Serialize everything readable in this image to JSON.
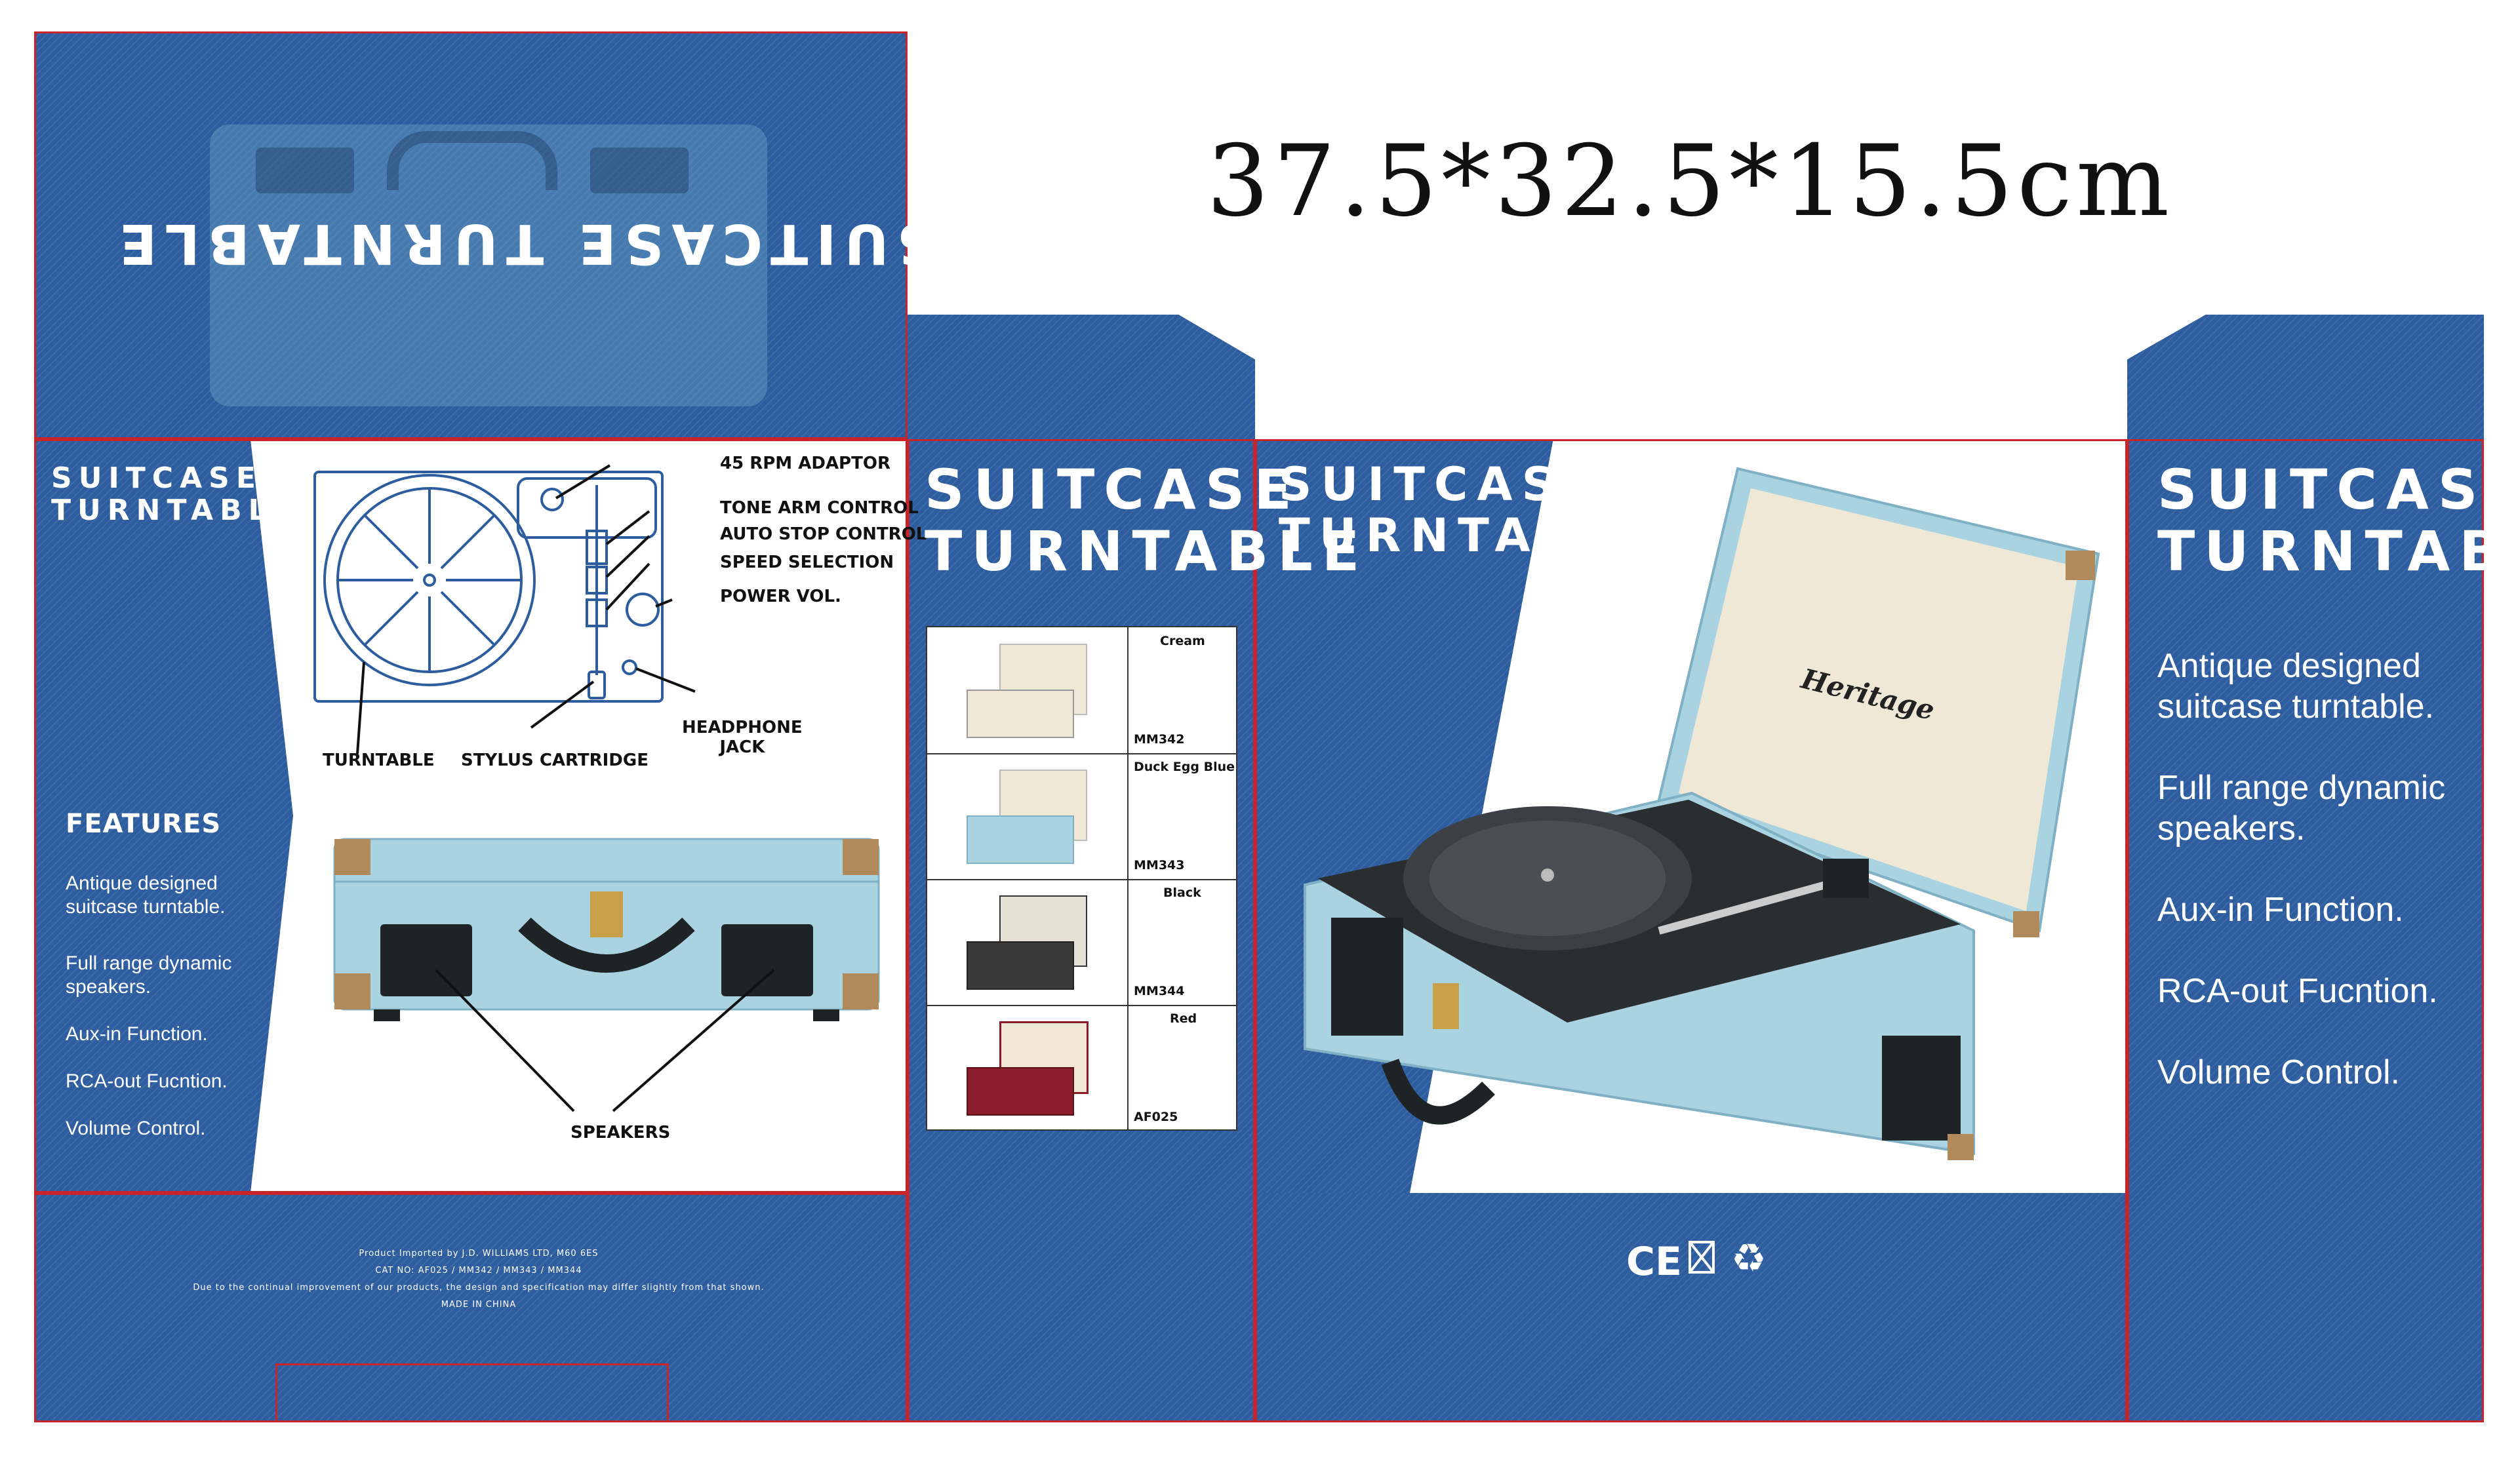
{
  "dimensions_text": "37.5*32.5*15.5cm",
  "top_panel": {
    "mirrored_title": "SUITCASE TURNTABLE"
  },
  "left_panel": {
    "title_line1": "SUITCASE",
    "title_line2": "TURNTABLE",
    "features_heading": "FEATURES",
    "features": [
      "Antique designed",
      "suitcase turntable.",
      "Full range dynamic",
      "speakers.",
      "Aux-in Function.",
      "RCA-out Fucntion.",
      "Volume Control."
    ]
  },
  "diagram": {
    "labels": {
      "rpm": "45 RPM ADAPTOR",
      "tone": "TONE ARM CONTROL",
      "autostop": "AUTO STOP CONTROL",
      "speed": "SPEED SELECTION",
      "power": "POWER VOL.",
      "headphone1": "HEADPHONE",
      "headphone2": "JACK",
      "turntable": "TURNTABLE",
      "stylus": "STYLUS CARTRIDGE",
      "speakers": "SPEAKERS"
    }
  },
  "side_panel": {
    "title_line1": "SUITCASE",
    "title_line2": "TURNTABLE",
    "variants": [
      {
        "color": "Cream",
        "code": "MM342",
        "lid": "#efe8d6",
        "body": "#efe8d6"
      },
      {
        "color": "Duck Egg Blue",
        "code": "MM343",
        "lid": "#efe8d6",
        "body": "#a9d3e0"
      },
      {
        "color": "Black",
        "code": "MM344",
        "lid": "#e6e2d4",
        "body": "#3a3a3a"
      },
      {
        "color": "Red",
        "code": "AF025",
        "lid": "#f0e6d6",
        "body": "#8b1d2a"
      }
    ]
  },
  "front_panel": {
    "title_line1": "SUITCASE",
    "title_line2": "TURNTABLE",
    "brand": "Heritage"
  },
  "right_panel": {
    "title_line1": "SUITCASE",
    "title_line2": "TURNTABLE",
    "features": [
      "Antique designed",
      "suitcase turntable.",
      "Full range dynamic",
      "speakers.",
      "Aux-in Function.",
      "RCA-out Fucntion.",
      "Volume Control."
    ]
  },
  "bottom_left": {
    "line1": "Product Imported by J.D. WILLIAMS LTD, M60 6ES",
    "line2": "CAT NO: AF025 / MM342 / MM343 / MM344",
    "line3": "Due to the continual improvement of our products, the design and specification may differ slightly from that shown.",
    "line4": "MADE IN CHINA"
  },
  "bottom_front": {
    "ce": "CE"
  }
}
